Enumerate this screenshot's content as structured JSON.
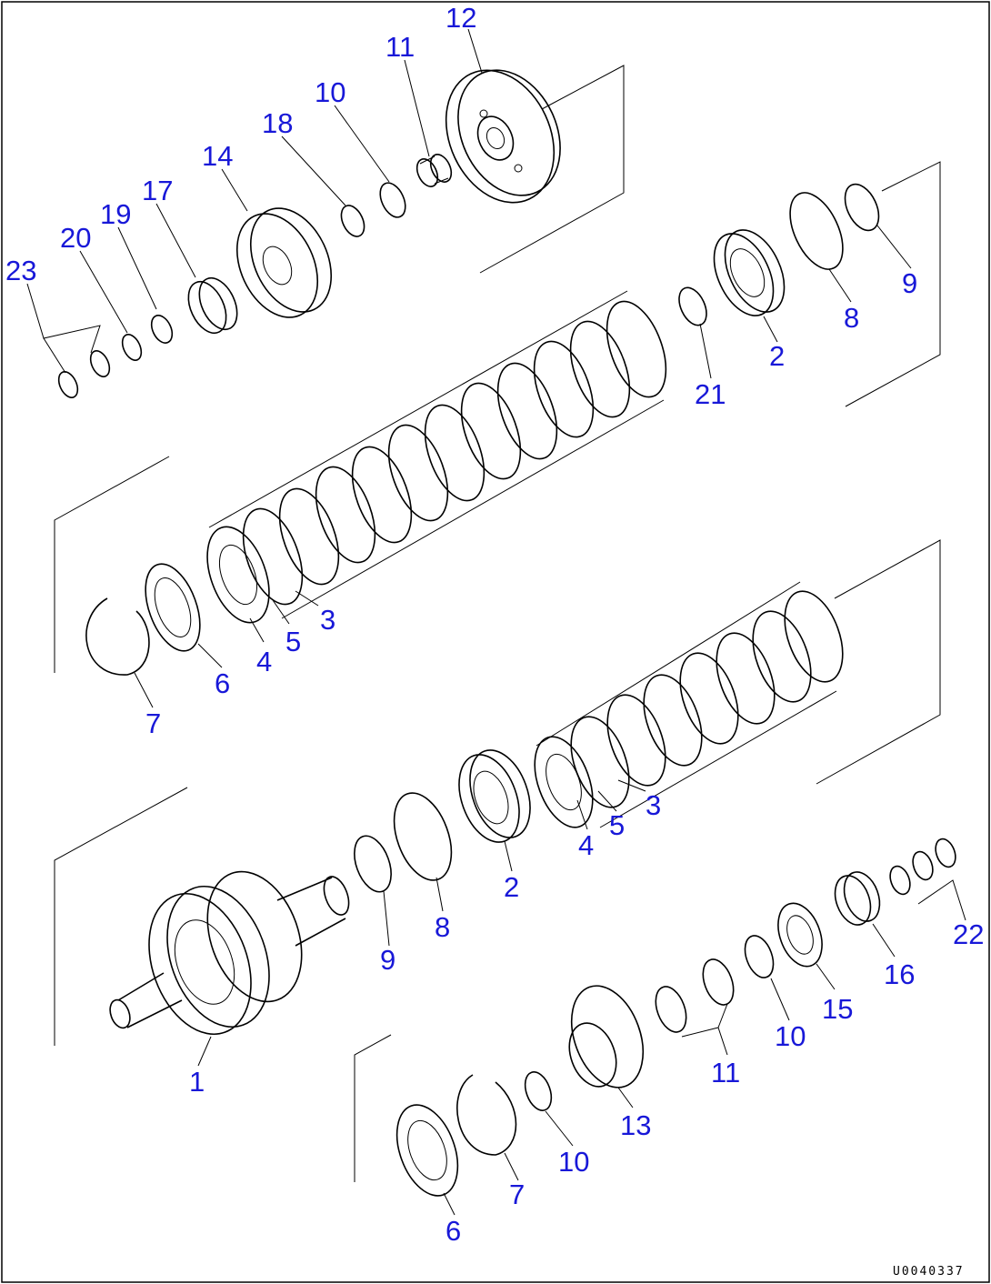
{
  "callouts": {
    "c1": "1",
    "c2a": "2",
    "c2b": "2",
    "c3a": "3",
    "c3b": "3",
    "c4a": "4",
    "c4b": "4",
    "c5a": "5",
    "c5b": "5",
    "c6a": "6",
    "c6b": "6",
    "c7a": "7",
    "c7b": "7",
    "c8a": "8",
    "c8b": "8",
    "c9a": "9",
    "c9b": "9",
    "c10a": "10",
    "c10b": "10",
    "c10c": "10",
    "c11a": "11",
    "c11b": "11",
    "c12": "12",
    "c13": "13",
    "c14": "14",
    "c15": "15",
    "c16": "16",
    "c17": "17",
    "c18": "18",
    "c19": "19",
    "c20": "20",
    "c21": "21",
    "c22": "22",
    "c23": "23"
  },
  "drawing_code": "U0040337"
}
